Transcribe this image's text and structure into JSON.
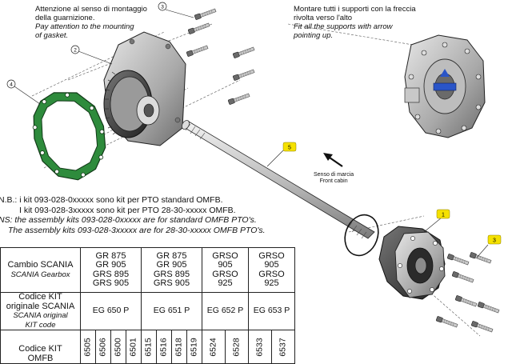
{
  "notes": {
    "gasket": {
      "it_line1": "Attenzione al senso di montaggio",
      "it_line2": "della guarnizione.",
      "en_line1": "Pay attention to the mounting",
      "en_line2": "of gasket."
    },
    "supports": {
      "it_line1": "Montare tutti i supporti con la freccia",
      "it_line2": "rivolta verso l'alto",
      "en_line1": "Fit all the supports with arrow",
      "en_line2": "pointing up."
    },
    "direction": {
      "it": "Senso di marcia",
      "en": "Front cabin"
    }
  },
  "nb": {
    "it_line1": "N.B.: i kit 093-028-0xxxxx sono kit per PTO standard OMFB.",
    "it_line2": "I kit 093-028-3xxxxx sono kit per PTO 28-30-xxxxx OMFB.",
    "en_line1": "NS: the assembly kits 093-028-0xxxxx are for standard OMFB PTO's.",
    "en_line2": "The assembly kits 093-028-3xxxxx are for 28-30-xxxxx OMFB PTO's."
  },
  "callouts": [
    "1",
    "2",
    "3",
    "4",
    "5",
    "3"
  ],
  "table": {
    "gearbox_header": {
      "it": "Cambio SCANIA",
      "en": "SCANIA Gearbox"
    },
    "gearbox_values": [
      [
        "GR 875",
        "GR 905",
        "GRS 895",
        "GRS 905"
      ],
      [
        "GR 875",
        "GR 905",
        "GRS 895",
        "GRS 905"
      ],
      [
        "GRSO",
        "905",
        "GRSO",
        "925"
      ],
      [
        "GRSO",
        "905",
        "GRSO",
        "925"
      ]
    ],
    "kit_code_header": {
      "it_line1": "Codice KIT",
      "it_line2": "originale SCANIA",
      "en_line1": "SCANIA original",
      "en_line2": "KIT code"
    },
    "kit_codes": [
      "EG 650 P",
      "EG 651 P",
      "EG 652 P",
      "EG 653 P"
    ],
    "kit_header": {
      "it_line1": "Codice KIT",
      "it_line2": "OMFB"
    },
    "kit_numbers": [
      "6505",
      "6506",
      "6500",
      "6501",
      "6515",
      "6516",
      "6518",
      "6519",
      "6524",
      "6528",
      "6533",
      "6537"
    ]
  },
  "colors": {
    "gasket": "#2e8b3c",
    "callout_label": "#f5e100",
    "line": "#222222",
    "part": "#b8b8b8"
  }
}
